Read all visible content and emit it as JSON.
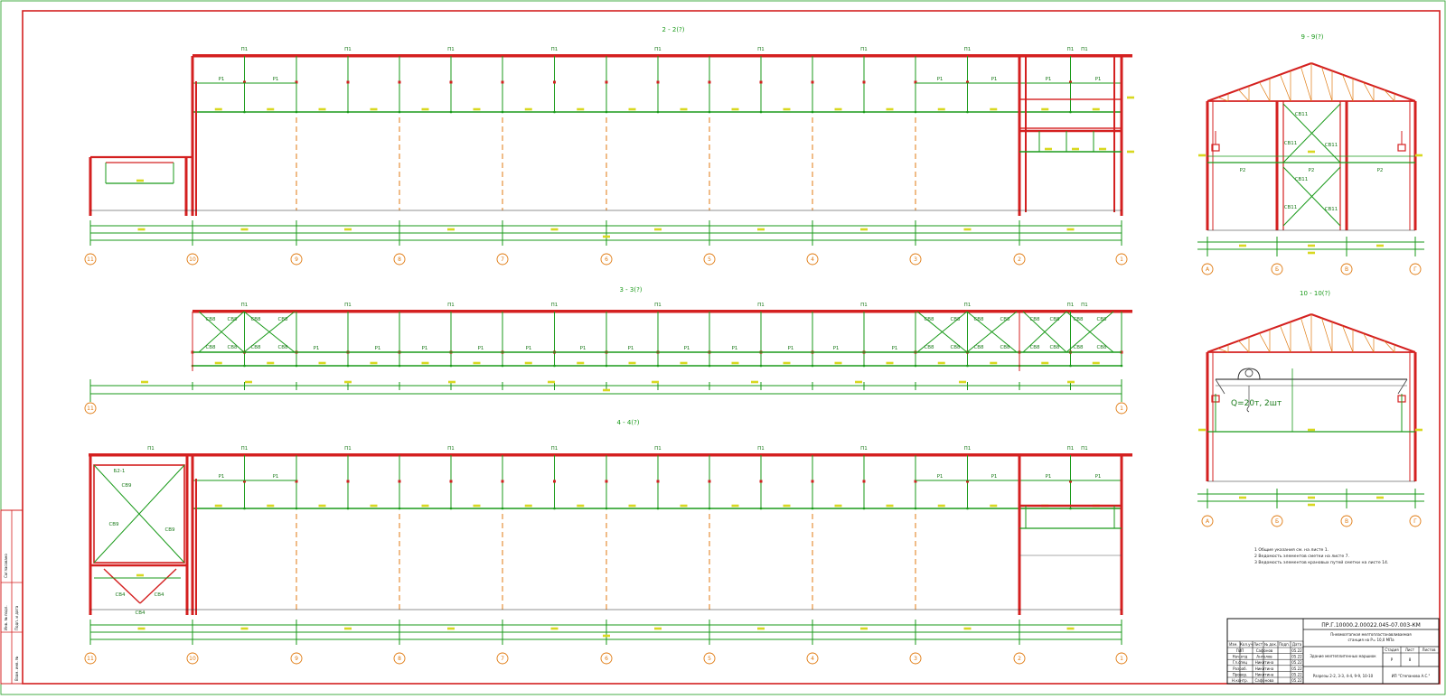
{
  "sections": {
    "s22": {
      "title": "2 - 2(?)"
    },
    "s33": {
      "title": "3 - 3(?)"
    },
    "s44": {
      "title": "4 - 4(?)"
    },
    "s99": {
      "title": "9 - 9(?)"
    },
    "s1010": {
      "title": "10 - 10(?)"
    }
  },
  "labels": {
    "top_chord": "П1",
    "beam": "Р1",
    "brace": "СВ8",
    "brace_end": "СВ9",
    "brace_hopper": "СВ4",
    "gable_brace": "СВ11",
    "gable_beam": "Р2",
    "hopper_frame": "Б2-1",
    "crane": "Q=20т, 2шт"
  },
  "axes_long": [
    "11",
    "10",
    "9",
    "8",
    "7",
    "6",
    "5",
    "4",
    "3",
    "2",
    "1"
  ],
  "axes_33": [
    "11",
    "1"
  ],
  "axes_cross": [
    "А",
    "Б",
    "В",
    "Г"
  ],
  "notes": [
    "1 Общие указания см. на листе 1.",
    "2 Ведомость элементов сметки на листе 7.",
    "3 Ведомость элементов крановых путей сметки на листе 14."
  ],
  "title_block": {
    "code": "ПР.Г.10000.2.00022.045-07.003-КМ",
    "project": "Пневмоэтапная мелтопластанавливаемая",
    "project2": "станция на Р= 10,0 МПа",
    "building": "Здание мелтеплитенных маршиок",
    "sheet_name": "Разрезы 2-2, 3-3, 4-4, 9-9, 10-10",
    "org": "ИП \"Степанова А.С.\"",
    "stage_h": "Стадия",
    "sheet_h": "Лист",
    "sheets_h": "Листов",
    "stage": "Р",
    "sheet": "8",
    "col_headers": [
      "Изм.",
      "Кол.уч",
      "Лист",
      "№ док.",
      "Подп.",
      "Дата"
    ],
    "rows": [
      [
        "ГИП",
        "Сафонов",
        "05.22"
      ],
      [
        "Нач.отд",
        "Ангелов",
        "05.22"
      ],
      [
        "Гл.спец",
        "Никитина",
        "05.22"
      ],
      [
        "Разраб.",
        "Никитина",
        "05.22"
      ],
      [
        "Провер.",
        "Никитина",
        "05.22"
      ],
      [
        "Н.контр.",
        "Сафонова",
        "05.22"
      ]
    ]
  },
  "margin": {
    "stamp": "Согласовано",
    "inv1": "Инв. № подл.",
    "inv2": "Подп. и дата",
    "inv3": "Взам. инв. №"
  },
  "colors": {
    "frame": "#d42020",
    "member": "#1a9a1a",
    "axis": "#e07a10",
    "dim": "#d8d820"
  }
}
